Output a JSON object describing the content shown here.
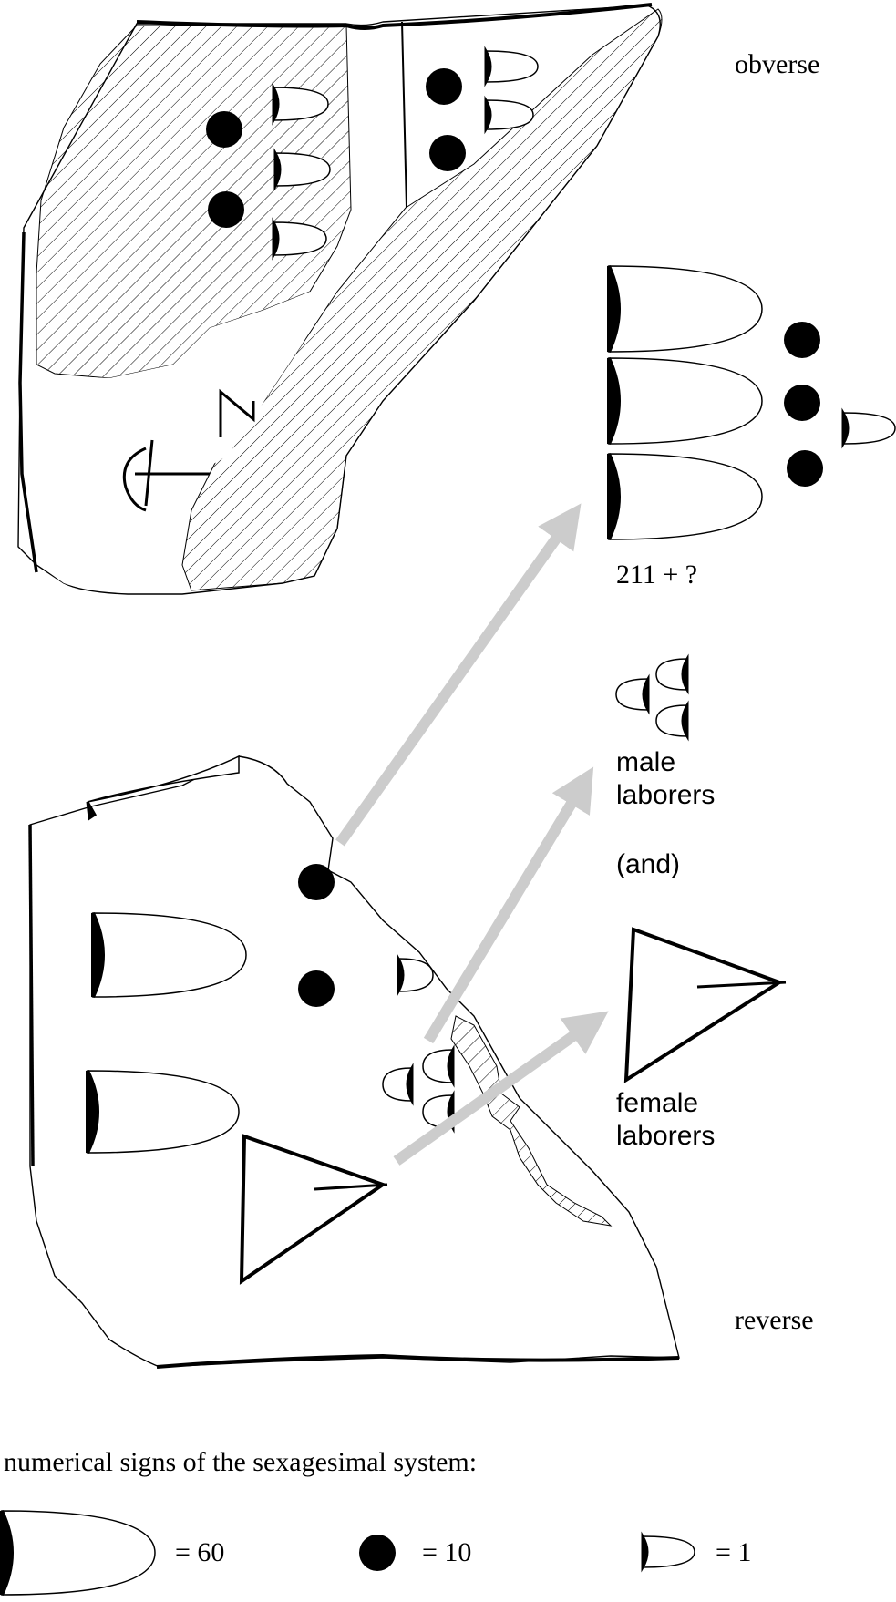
{
  "labels": {
    "obverse": "obverse",
    "reverse": "reverse",
    "reading": "211 + ?",
    "male_line1": "male",
    "male_line2": "laborers",
    "and": "(and)",
    "female_line1": "female",
    "female_line2": "laborers"
  },
  "legend": {
    "title": "numerical signs of the sexagesimal system:",
    "items": [
      {
        "sign": "large-cone",
        "value_label": "= 60"
      },
      {
        "sign": "circle",
        "value_label": "= 10"
      },
      {
        "sign": "small-cone",
        "value_label": "= 1"
      }
    ]
  },
  "colors": {
    "ink": "#000000",
    "arrow": "#cccccc",
    "paper": "#ffffff"
  }
}
